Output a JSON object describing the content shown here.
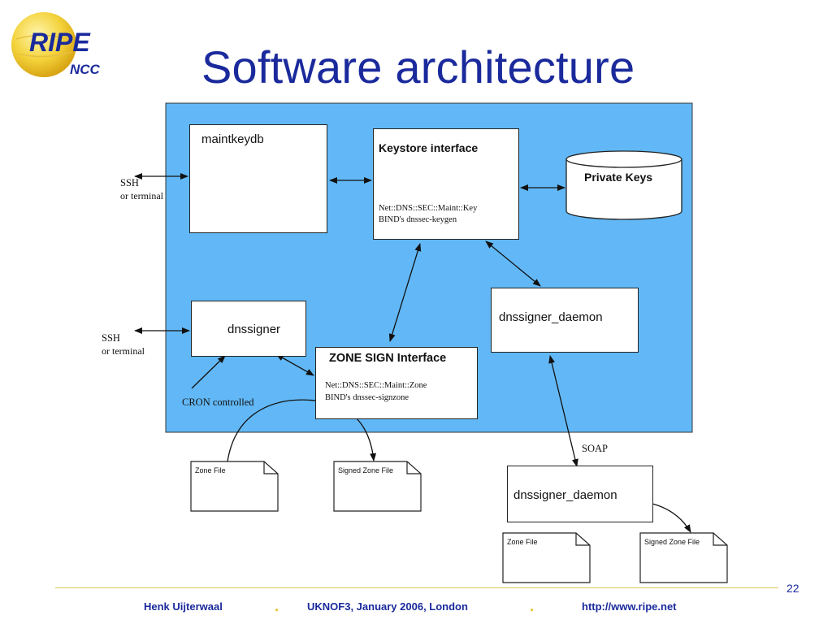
{
  "logo": {
    "main": "RIPE",
    "sub": "NCC"
  },
  "slide": {
    "title": "Software architecture",
    "page_number": "22"
  },
  "diagram": {
    "maintkeydb": "maintkeydb",
    "keystore_title": "Keystore interface",
    "keystore_line1": "Net::DNS::SEC::Maint::Key",
    "keystore_line2": "BIND's dnssec-keygen",
    "private_keys": "Private Keys",
    "ssh_top": "SSH",
    "or_terminal_top": "or terminal",
    "dnssigner": "dnssigner",
    "ssh_bottom": "SSH",
    "or_terminal_bottom": "or terminal",
    "daemon_inner": "dnssigner_daemon",
    "zonesign_title": "ZONE SIGN Interface",
    "zonesign_line1": "Net::DNS::SEC::Maint::Zone",
    "zonesign_line2": "BIND's dnssec-signzone",
    "cron": "CRON controlled",
    "soap": "SOAP",
    "zone_file_left": "Zone File",
    "signed_zone_file_left": "Signed Zone File",
    "daemon_outer": "dnssigner_daemon",
    "zone_file_right": "Zone File",
    "signed_zone_file_right": "Signed Zone File"
  },
  "footer": {
    "author": "Henk Uijterwaal",
    "event": "UKNOF3, January 2006, London",
    "url": "http://www.ripe.net",
    "separator": "."
  },
  "colors": {
    "title": "#1a2a9c",
    "panel": "#62b8f6",
    "footer_line": "#d8c85a",
    "separator_dot": "#e0c020"
  }
}
